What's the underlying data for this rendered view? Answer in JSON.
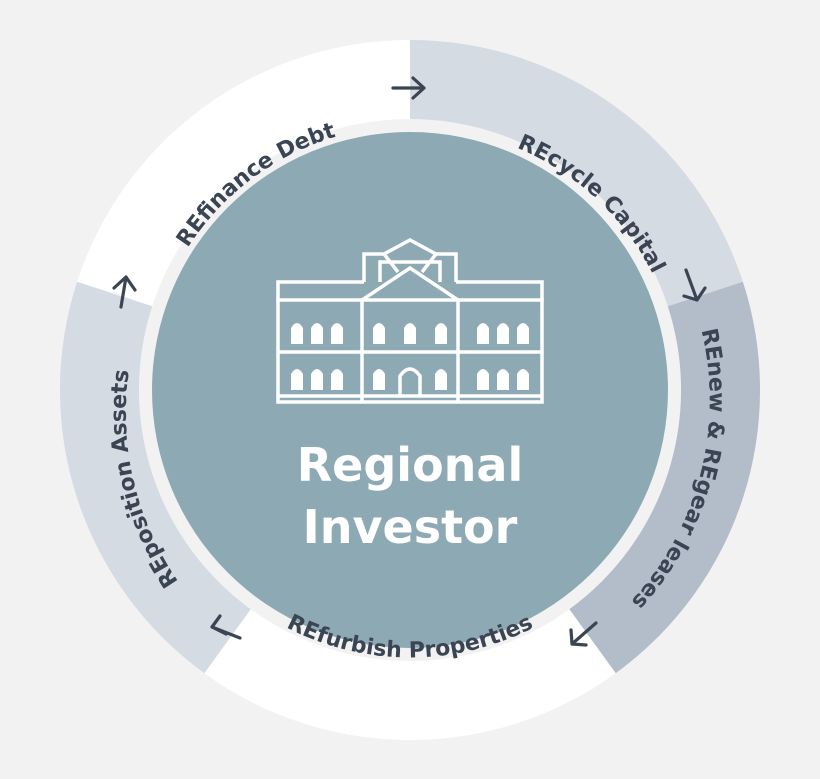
{
  "center": {
    "line1": "Regional",
    "line2": "Investor",
    "icon": "building-icon"
  },
  "segments": [
    {
      "id": "refinance",
      "label": "REfinance Debt",
      "color": "#ffffff"
    },
    {
      "id": "recycle",
      "label": "REcycle Capital",
      "color": "#d5dbe3"
    },
    {
      "id": "renew",
      "label": "REnew & REgear leases",
      "color": "#b3bdca"
    },
    {
      "id": "refurbish",
      "label": "REfurbish Properties",
      "color": "#ffffff"
    },
    {
      "id": "reposition",
      "label": "REposition Assets",
      "color": "#d5dbe3"
    }
  ],
  "colors": {
    "background": "#f2f2f2",
    "core": "#8da9b4",
    "text": "#3b4452"
  },
  "arrows": [
    "arrow-right-icon",
    "arrow-down-right-icon",
    "arrow-down-left-icon",
    "arrow-left-icon",
    "arrow-up-icon"
  ]
}
